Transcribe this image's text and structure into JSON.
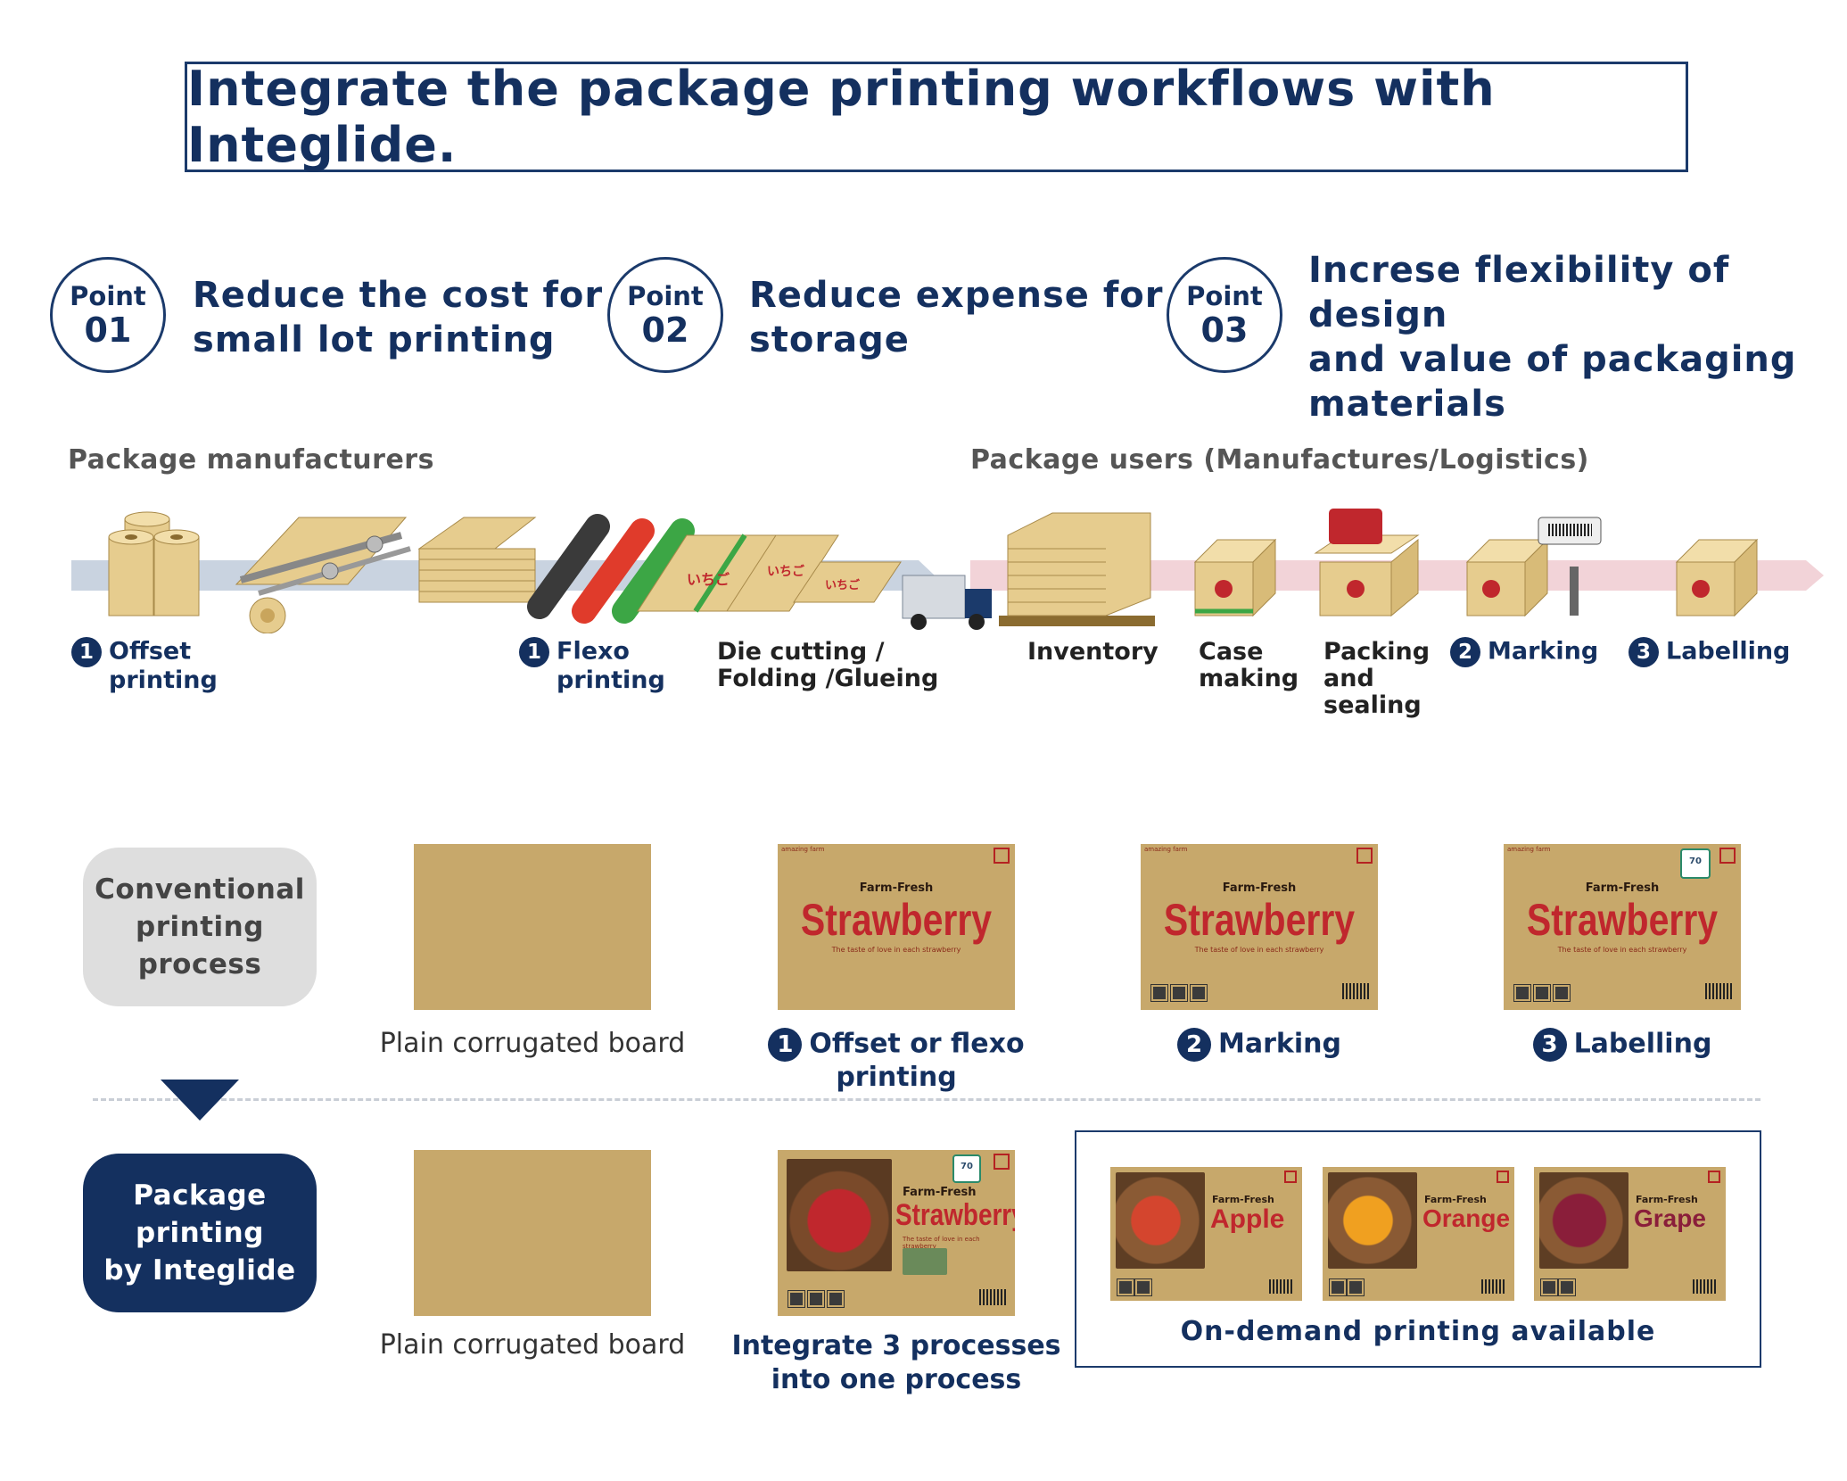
{
  "title": "Integrate the package printing workflows with Integlide.",
  "points": [
    {
      "label": "Point",
      "num": "01",
      "line1": "Reduce the cost for",
      "line2": "small lot printing",
      "line3": ""
    },
    {
      "label": "Point",
      "num": "02",
      "line1": "Reduce expense for",
      "line2": "storage",
      "line3": ""
    },
    {
      "label": "Point",
      "num": "03",
      "line1": "Increse flexibility of design",
      "line2": "and value of packaging",
      "line3": "materials"
    }
  ],
  "flow": {
    "manufacturers_heading": "Package manufacturers",
    "users_heading": "Package users (Manufactures/Logistics)",
    "steps": {
      "offset": {
        "num": "1",
        "line1": "Offset",
        "line2": "printing"
      },
      "flexo": {
        "num": "1",
        "line1": "Flexo",
        "line2": "printing"
      },
      "die": {
        "line1": "Die cutting /",
        "line2": "Folding /Glueing"
      },
      "inventory": {
        "line1": "Inventory"
      },
      "case": {
        "line1": "Case",
        "line2": "making"
      },
      "packing": {
        "line1": "Packing",
        "line2": "and",
        "line3": "sealing"
      },
      "marking": {
        "num": "2",
        "line1": "Marking"
      },
      "labelling": {
        "num": "3",
        "line1": "Labelling"
      }
    }
  },
  "conventional": {
    "label_l1": "Conventional",
    "label_l2": "printing",
    "label_l3": "process",
    "captions": {
      "plain": "Plain corrugated board",
      "offset": {
        "num": "1",
        "text": "Offset or flexo printing"
      },
      "marking": {
        "num": "2",
        "text": "Marking"
      },
      "labelling": {
        "num": "3",
        "text": "Labelling"
      }
    }
  },
  "integlide": {
    "label_l1": "Package",
    "label_l2": "printing",
    "label_l3": "by Integlide",
    "captions": {
      "plain": "Plain corrugated board",
      "integrate_l1": "Integrate 3 processes",
      "integrate_l2": "into one process",
      "ondemand": "On-demand printing available"
    }
  },
  "box_cards": {
    "brand": "amazing farm",
    "subtitle": "Farm-Fresh",
    "tagline": "The taste of love in each strawberry",
    "strawberry": "Strawberry",
    "apple": "Apple",
    "orange": "Orange",
    "grape": "Grape",
    "badge": "70"
  },
  "colors": {
    "navy": "#14305f",
    "kraft": "#c7a86b",
    "red": "#c0272d",
    "flow_left": "#c9d3e0",
    "flow_right": "#f2d3d8",
    "pill_gray": "#dedede"
  }
}
